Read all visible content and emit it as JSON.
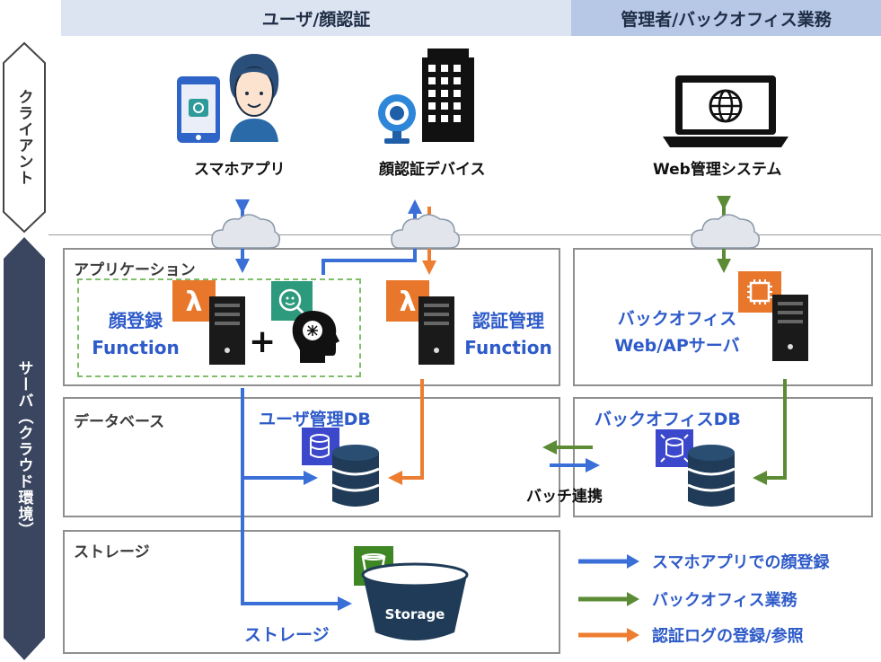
{
  "header": {
    "user_section": "ユーザ/顔認証",
    "admin_section": "管理者/バックオフィス業務"
  },
  "side_labels": {
    "client": "クライアント",
    "server": "サーバ（クラウド環境）"
  },
  "clients": {
    "smartphone_app": "スマホアプリ",
    "face_device": "顔認証デバイス",
    "web_admin": "Web管理システム"
  },
  "sections": {
    "application": "アプリケーション",
    "database": "データベース",
    "storage": "ストレージ"
  },
  "components": {
    "face_register_line1": "顔登録",
    "face_register_line2": "Function",
    "auth_mgmt_line1": "認証管理",
    "auth_mgmt_line2": "Function",
    "backoffice_line1": "バックオフィス",
    "backoffice_line2": "Web/APサーバ",
    "user_db": "ユーザ管理DB",
    "backoffice_db": "バックオフィスDB",
    "batch_sync": "バッチ連携",
    "storage_label": "ストレージ",
    "storage_bucket": "Storage"
  },
  "legend": [
    {
      "label": "スマホアプリでの顔登録",
      "color": "#3a6fd8"
    },
    {
      "label": "バックオフィス業務",
      "color": "#5b8c35"
    },
    {
      "label": "認証ログの登録/参照",
      "color": "#ed7d31"
    }
  ],
  "colors": {
    "blue": "#3a6fd8",
    "green": "#5b8c35",
    "orange": "#ed7d31",
    "header_user": "#dce4f2",
    "header_admin": "#b7c7e6",
    "side_dark": "#3a4660"
  }
}
